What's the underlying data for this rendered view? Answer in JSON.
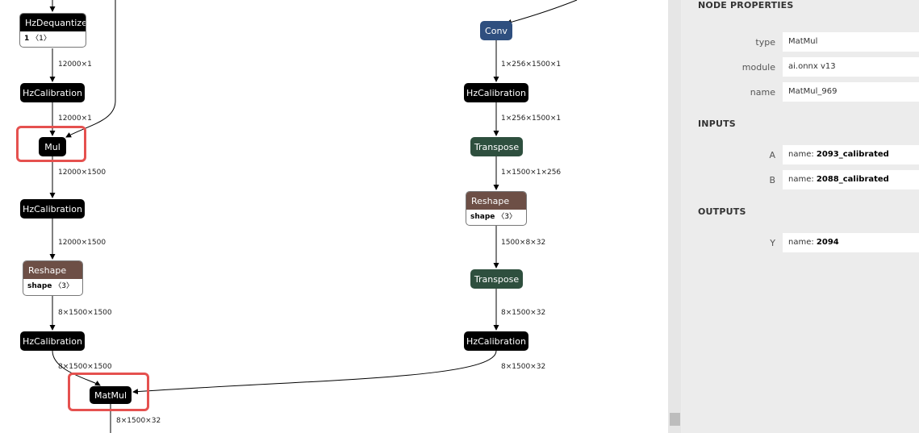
{
  "graph": {
    "nodes": {
      "hzdequantize": {
        "title": "HzDequantize",
        "attr_name": "1",
        "attr_value": "〈1〉"
      },
      "hzcal_1": {
        "title": "HzCalibration"
      },
      "mul": {
        "title": "Mul"
      },
      "hzcal_2": {
        "title": "HzCalibration"
      },
      "reshape_left": {
        "title": "Reshape",
        "attr_name": "shape",
        "attr_value": "〈3〉"
      },
      "hzcal_3": {
        "title": "HzCalibration"
      },
      "matmul": {
        "title": "MatMul"
      },
      "conv": {
        "title": "Conv"
      },
      "hzcal_r1": {
        "title": "HzCalibration"
      },
      "transpose_1": {
        "title": "Transpose"
      },
      "reshape_right": {
        "title": "Reshape",
        "attr_name": "shape",
        "attr_value": "〈3〉"
      },
      "transpose_2": {
        "title": "Transpose"
      },
      "hzcal_r2": {
        "title": "HzCalibration"
      }
    },
    "edge_labels": {
      "e1": "12000×1",
      "e2": "12000×1",
      "e3": "12000×1500",
      "e4": "12000×1500",
      "e5": "8×1500×1500",
      "e6": "8×1500×1500",
      "e7": "8×1500×32",
      "r1": "1×256×1500×1",
      "r2": "1×256×1500×1",
      "r3": "1×1500×1×256",
      "r4": "1500×8×32",
      "r5": "8×1500×32",
      "r6": "8×1500×32"
    }
  },
  "panel": {
    "node_properties_title": "NODE PROPERTIES",
    "properties": [
      {
        "key": "type",
        "value": "MatMul"
      },
      {
        "key": "module",
        "value": "ai.onnx v13"
      },
      {
        "key": "name",
        "value": "MatMul_969"
      }
    ],
    "inputs_title": "INPUTS",
    "inputs": [
      {
        "key": "A",
        "prefix": "name: ",
        "value": "2093_calibrated"
      },
      {
        "key": "B",
        "prefix": "name: ",
        "value": "2088_calibrated"
      }
    ],
    "outputs_title": "OUTPUTS",
    "outputs": [
      {
        "key": "Y",
        "prefix": "name: ",
        "value": "2094"
      }
    ]
  },
  "colors": {
    "highlight": "#e5514f",
    "node_default": "#000000",
    "node_conv": "#2f4f7f",
    "node_transpose": "#2e4f3e",
    "node_reshape": "#6d4f46"
  }
}
